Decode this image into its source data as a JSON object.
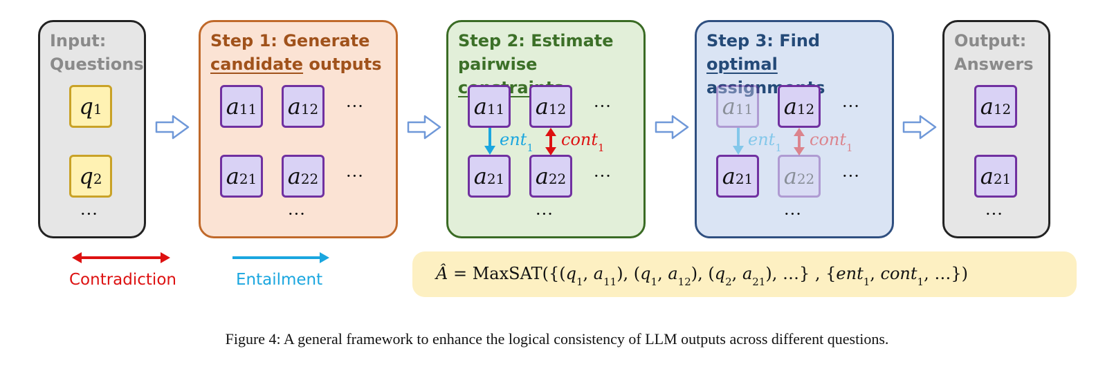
{
  "panels": {
    "input": {
      "title_line1": "Input:",
      "title_line2": "Questions",
      "q1": "q",
      "q1_sub": "1",
      "q2": "q",
      "q2_sub": "2"
    },
    "step1": {
      "title_line1": "Step 1: Generate",
      "title_line2_underlined": "candidate",
      "title_line2_rest": " outputs"
    },
    "step2": {
      "title_line1": "Step 2: Estimate",
      "title_line2_pre": "pairwise ",
      "title_line2_underlined": "constraints"
    },
    "step3": {
      "title_line1_pre": "Step 3: Find ",
      "title_line1_underlined": "optimal",
      "title_line2": "assignments"
    },
    "output": {
      "title_line1": "Output:",
      "title_line2": "Answers"
    }
  },
  "answers": {
    "base": "a",
    "a11_sub": "11",
    "a12_sub": "12",
    "a21_sub": "21",
    "a22_sub": "22"
  },
  "dots": "···",
  "relations": {
    "ent": "ent",
    "ent_sub": "1",
    "cont": "cont",
    "cont_sub": "1"
  },
  "legend": {
    "contradiction": "Contradiction",
    "entailment": "Entailment"
  },
  "formula": {
    "lhs": "Â",
    "eq": " = MaxSAT({(",
    "q": "q",
    "a": "a",
    "pairs_tail": "…} ,   {",
    "ent": "ent",
    "cont": "cont",
    "end_tail": "…})"
  },
  "caption": "Figure 4: A general framework to enhance the logical consistency of LLM outputs across different questions.",
  "colors": {
    "gray_panel": "#e6e6e6",
    "orange_panel": "#fbe3d4",
    "orange_border": "#c0692a",
    "orange_text": "#a0521b",
    "green_panel": "#e2efd9",
    "green_border": "#3a6b24",
    "green_text": "#3c7028",
    "blue_panel": "#dae4f4",
    "blue_border": "#2f4f80",
    "blue_text": "#244a78",
    "entail": "#1aa6df",
    "contra": "#dd1111",
    "formula_bg": "#fdf0c2"
  },
  "icons": {
    "flow_arrow": "hollow-right-arrow-icon",
    "entail_arrow": "down-arrow-icon",
    "contra_arrow": "double-arrow-icon"
  }
}
